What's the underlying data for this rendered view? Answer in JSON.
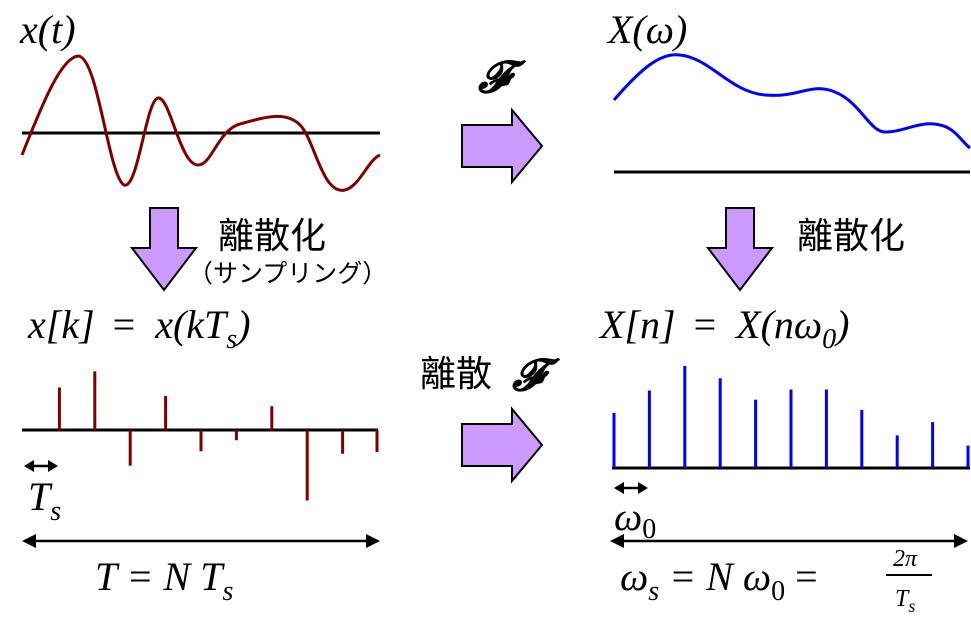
{
  "top_left": {
    "label": "x(t)"
  },
  "top_right": {
    "label": "X(ω)"
  },
  "fourier_symbol": "𝓕",
  "discretize_left": {
    "label": "離散化",
    "sublabel": "（サンプリング）"
  },
  "discretize_right": {
    "label": "離散化"
  },
  "discrete_fourier": {
    "label": "離散",
    "symbol": "𝓕"
  },
  "bottom_left": {
    "equation_lhs": "x[k]",
    "equation_eq": "=",
    "equation_rhs_main": "x(kT",
    "equation_rhs_sub": "s",
    "equation_rhs_close": ")",
    "ts_main": "T",
    "ts_sub": "s",
    "period_main": "T = N T",
    "period_sub": "s"
  },
  "bottom_right": {
    "equation_lhs": "X[n]",
    "equation_eq": "=",
    "equation_rhs_main": "X(nω",
    "equation_rhs_sub": "0",
    "equation_rhs_close": ")",
    "w0_main": "ω",
    "w0_sub": "0",
    "ws_main": "ω",
    "ws_sub": "s",
    "ws_mid": "= N ω",
    "ws_mid_sub": "0",
    "ws_eq2": "=",
    "frac_num": "2π",
    "frac_den_main": "T",
    "frac_den_sub": "s"
  },
  "colors": {
    "time_signal": "#800000",
    "freq_signal": "#0000ff",
    "arrow_fill": "#cc99ff",
    "arrow_stroke": "#000000",
    "axis": "#000000"
  },
  "samples_time": [
    0.0,
    0.5,
    0.69,
    -0.42,
    0.4,
    -0.25,
    -0.12,
    0.28,
    -0.83,
    -0.28
  ],
  "samples_freq": [
    0.54,
    0.76,
    1.0,
    0.88,
    0.67,
    0.77,
    0.77,
    0.57,
    0.32,
    0.45,
    0.22
  ]
}
